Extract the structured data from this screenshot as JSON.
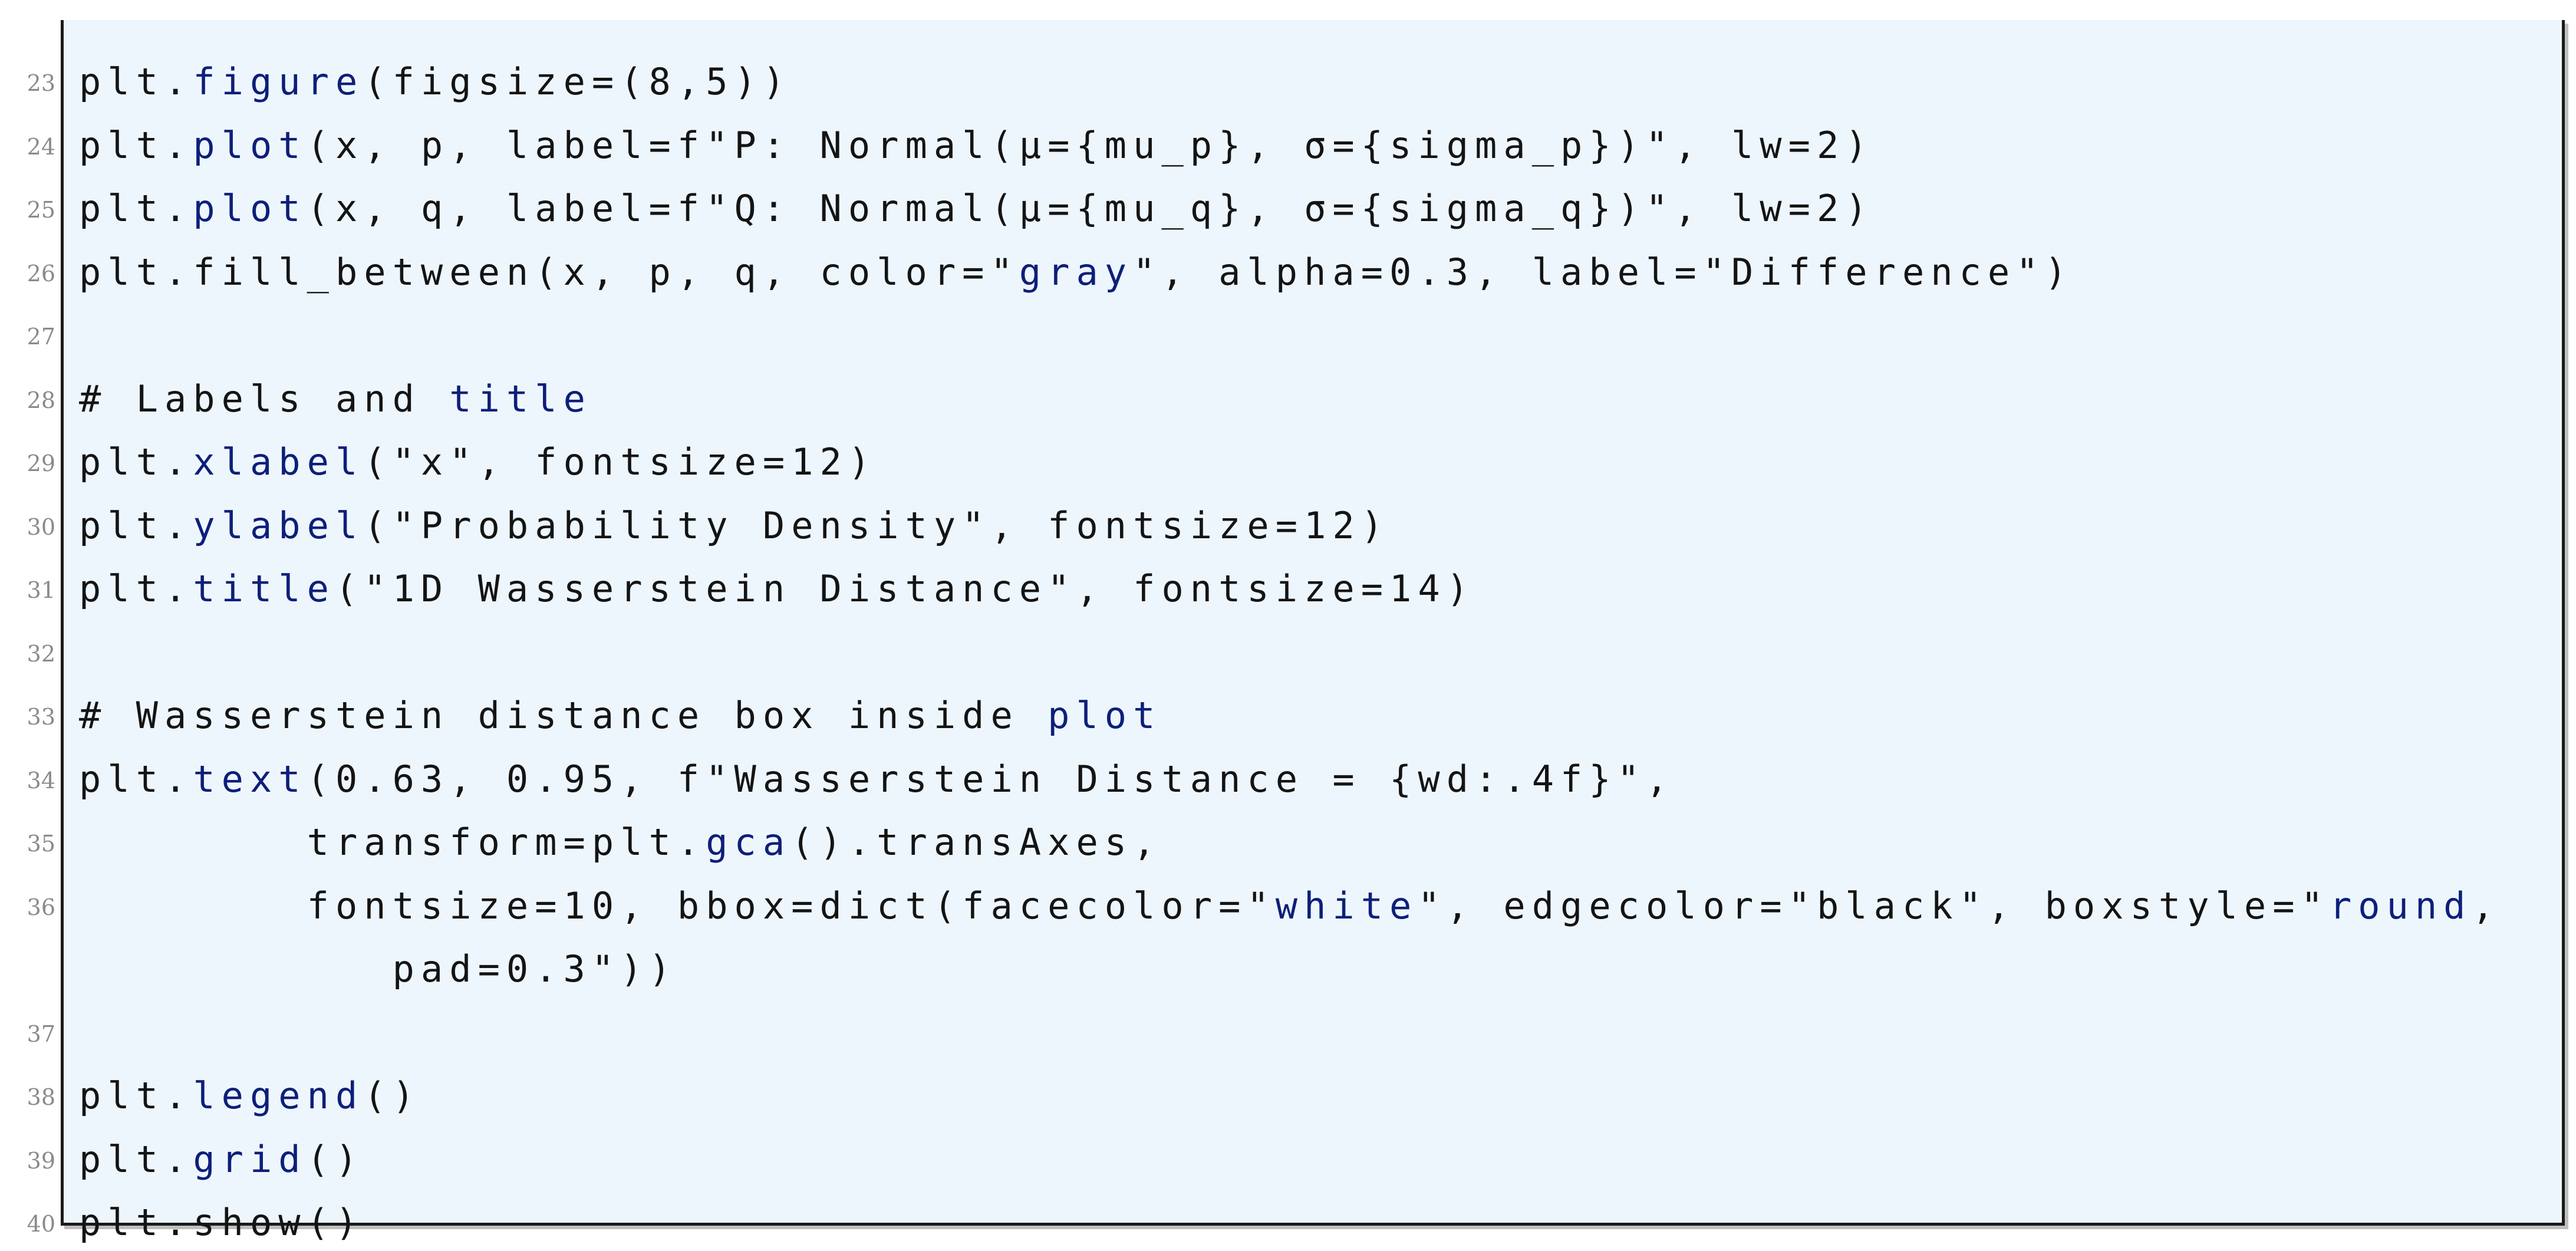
{
  "listing": {
    "lines": [
      {
        "number": "23",
        "segments": [
          {
            "t": "plt.",
            "k": false
          },
          {
            "t": "figure",
            "k": true
          },
          {
            "t": "(figsize=(8,5))",
            "k": false
          }
        ]
      },
      {
        "number": "24",
        "segments": [
          {
            "t": "plt.",
            "k": false
          },
          {
            "t": "plot",
            "k": true
          },
          {
            "t": "(x, p, label=f\"P: Normal(μ={mu_p}, σ={sigma_p})\", lw=2)",
            "k": false
          }
        ]
      },
      {
        "number": "25",
        "segments": [
          {
            "t": "plt.",
            "k": false
          },
          {
            "t": "plot",
            "k": true
          },
          {
            "t": "(x, q, label=f\"Q: Normal(μ={mu_q}, σ={sigma_q})\", lw=2)",
            "k": false
          }
        ]
      },
      {
        "number": "26",
        "segments": [
          {
            "t": "plt.fill_between(x, p, q, color=\"",
            "k": false
          },
          {
            "t": "gray",
            "k": true
          },
          {
            "t": "\", alpha=0.3, label=\"Difference\")",
            "k": false
          }
        ]
      },
      {
        "number": "27",
        "segments": []
      },
      {
        "number": "28",
        "segments": [
          {
            "t": "# Labels and ",
            "k": false
          },
          {
            "t": "title",
            "k": true
          }
        ]
      },
      {
        "number": "29",
        "segments": [
          {
            "t": "plt.",
            "k": false
          },
          {
            "t": "xlabel",
            "k": true
          },
          {
            "t": "(\"x\", fontsize=12)",
            "k": false
          }
        ]
      },
      {
        "number": "30",
        "segments": [
          {
            "t": "plt.",
            "k": false
          },
          {
            "t": "ylabel",
            "k": true
          },
          {
            "t": "(\"Probability Density\", fontsize=12)",
            "k": false
          }
        ]
      },
      {
        "number": "31",
        "segments": [
          {
            "t": "plt.",
            "k": false
          },
          {
            "t": "title",
            "k": true
          },
          {
            "t": "(\"1D Wasserstein Distance\", fontsize=14)",
            "k": false
          }
        ]
      },
      {
        "number": "32",
        "segments": []
      },
      {
        "number": "33",
        "segments": [
          {
            "t": "# Wasserstein distance box inside ",
            "k": false
          },
          {
            "t": "plot",
            "k": true
          }
        ]
      },
      {
        "number": "34",
        "segments": [
          {
            "t": "plt.",
            "k": false
          },
          {
            "t": "text",
            "k": true
          },
          {
            "t": "(0.63, 0.95, f\"Wasserstein Distance = {wd:.4f}\",",
            "k": false
          }
        ]
      },
      {
        "number": "35",
        "segments": [
          {
            "t": "        transform=plt.",
            "k": false
          },
          {
            "t": "gca",
            "k": true
          },
          {
            "t": "().transAxes,",
            "k": false
          }
        ]
      },
      {
        "number": "36",
        "segments": [
          {
            "t": "        fontsize=10, bbox=dict(facecolor=\"",
            "k": false
          },
          {
            "t": "white",
            "k": true
          },
          {
            "t": "\", edgecolor=\"black\", boxstyle=\"",
            "k": false
          },
          {
            "t": "round",
            "k": true
          },
          {
            "t": ",",
            "k": false
          }
        ]
      },
      {
        "number": "",
        "segments": [
          {
            "t": "           pad=0.3\"))",
            "k": false
          }
        ]
      },
      {
        "number": "37",
        "segments": []
      },
      {
        "number": "38",
        "segments": [
          {
            "t": "plt.",
            "k": false
          },
          {
            "t": "legend",
            "k": true
          },
          {
            "t": "()",
            "k": false
          }
        ]
      },
      {
        "number": "39",
        "segments": [
          {
            "t": "plt.",
            "k": false
          },
          {
            "t": "grid",
            "k": true
          },
          {
            "t": "()",
            "k": false
          }
        ]
      },
      {
        "number": "40",
        "segments": [
          {
            "t": "plt.show()",
            "k": false
          }
        ]
      }
    ]
  },
  "colors": {
    "background": "#eef6fd",
    "keyword": "#0d1f7a",
    "text": "#141414",
    "line_number": "#8a8a8a",
    "border": "#1a1a1a"
  }
}
